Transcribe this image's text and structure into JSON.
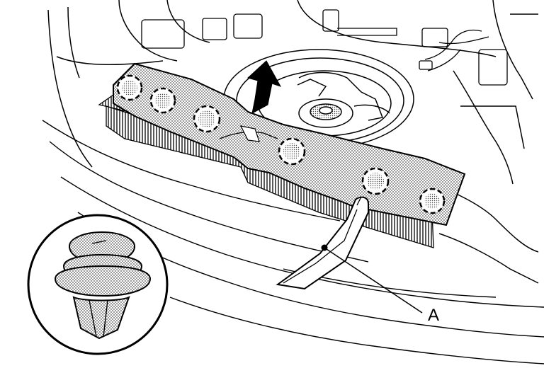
{
  "callout": {
    "label": "A"
  },
  "clips": [
    {
      "name": "clip-1"
    },
    {
      "name": "clip-2"
    },
    {
      "name": "clip-3"
    },
    {
      "name": "clip-4"
    },
    {
      "name": "clip-5"
    },
    {
      "name": "clip-6"
    }
  ],
  "colors": {
    "line": "#000000",
    "paper": "#ffffff",
    "stipple": "#9a9a9a"
  },
  "icons": {
    "direction": "removal-arrow-icon",
    "clip": "push-clip-icon",
    "tool": "remover-tool-icon"
  }
}
